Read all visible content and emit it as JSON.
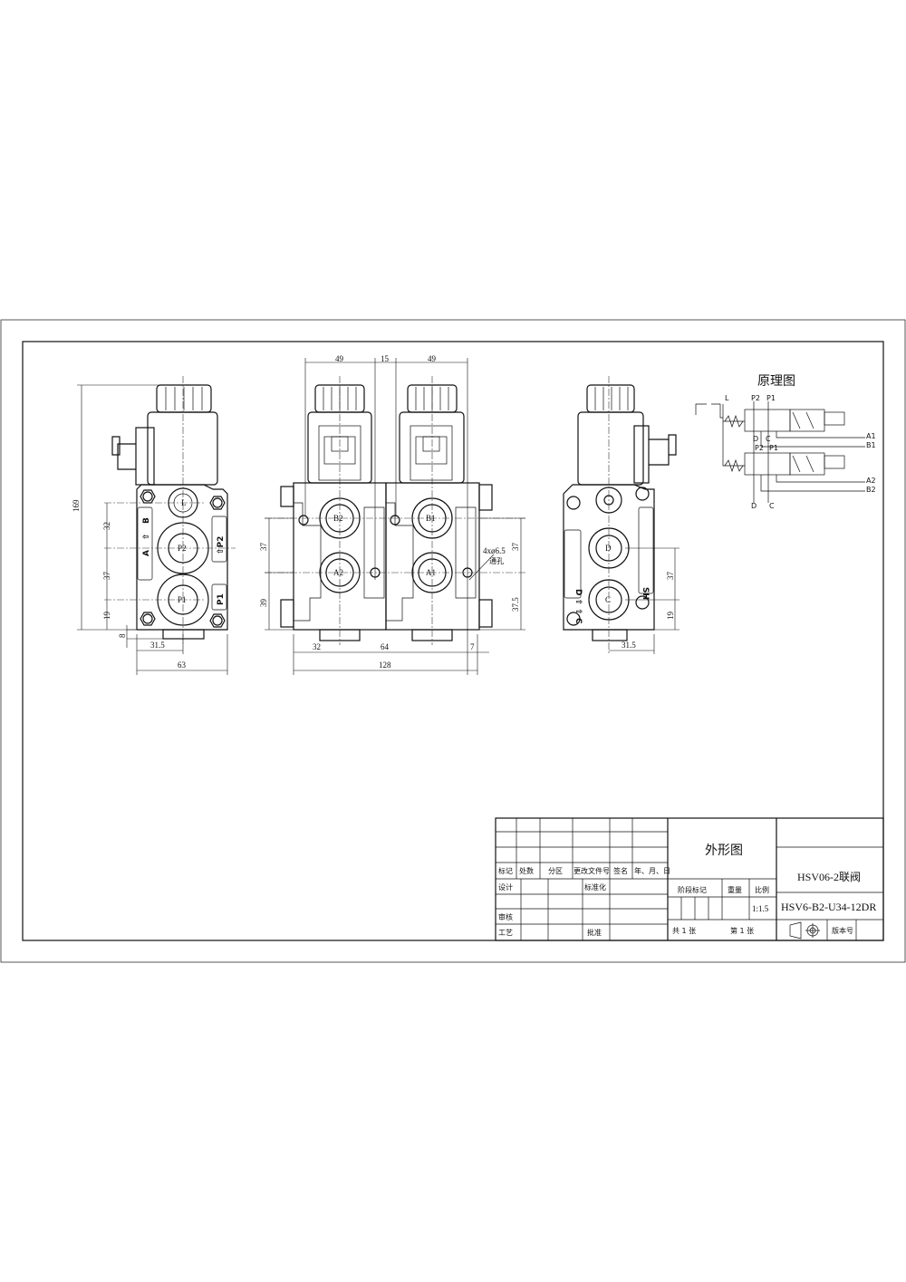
{
  "left_view": {
    "ports": {
      "L": "L",
      "P2": "P2",
      "P1": "P1"
    },
    "labels": {
      "B": "B",
      "A": "A",
      "arrow": "⇧",
      "P2_tag": "⇧P2",
      "P1_tag": "P1"
    },
    "dims": {
      "overall_height": "169",
      "d32": "32",
      "d37": "37",
      "d19": "19",
      "d8": "8",
      "d31_5": "31.5",
      "d63": "63"
    }
  },
  "front_view": {
    "ports": {
      "B2": "B2",
      "A2": "A2",
      "B1": "B1",
      "A1": "A1"
    },
    "dims": {
      "top_49a": "49",
      "top_15": "15",
      "top_49b": "49",
      "left_37": "37",
      "left_39": "39",
      "right_37": "37",
      "right_37_5": "37.5",
      "bottom_32": "32",
      "bottom_64": "64",
      "bottom_7": "7",
      "bottom_128": "128"
    },
    "hole_note": "4xø6.5",
    "hole_note2": "通孔"
  },
  "right_view": {
    "ports": {
      "D": "D",
      "C": "C"
    },
    "labels": {
      "DC_tag": "D ⇧ ⇧ C",
      "SH": "SH"
    },
    "dims": {
      "d37": "37",
      "d19": "19",
      "d31_5": "31.5"
    }
  },
  "schematic": {
    "title": "原理图",
    "labels": {
      "L": "L",
      "P2_top": "P2",
      "P1_top": "P1",
      "D_mid": "D",
      "C_mid": "C",
      "P2_mid": "P2",
      "P1_mid": "P1",
      "A1": "A1",
      "B1": "B1",
      "A2": "A2",
      "B2": "B2",
      "D_bot": "D",
      "C_bot": "C"
    }
  },
  "title_block": {
    "headers": [
      "标记",
      "处数",
      "分区",
      "更改文件号",
      "签名",
      "年、月、日"
    ],
    "design": "设计",
    "standardization": "标准化",
    "review": "审核",
    "process": "工艺",
    "approve": "批准",
    "drawing_type": "外形图",
    "stage_mark": "阶段标记",
    "weight": "重量",
    "scale_label": "比例",
    "scale": "1:1.5",
    "sheets_total": "共 1 张",
    "sheet_no": "第 1 张",
    "product_name": "HSV06-2联阀",
    "drawing_number": "HSV6-B2-U34-12DR",
    "version_label": "版本号"
  }
}
